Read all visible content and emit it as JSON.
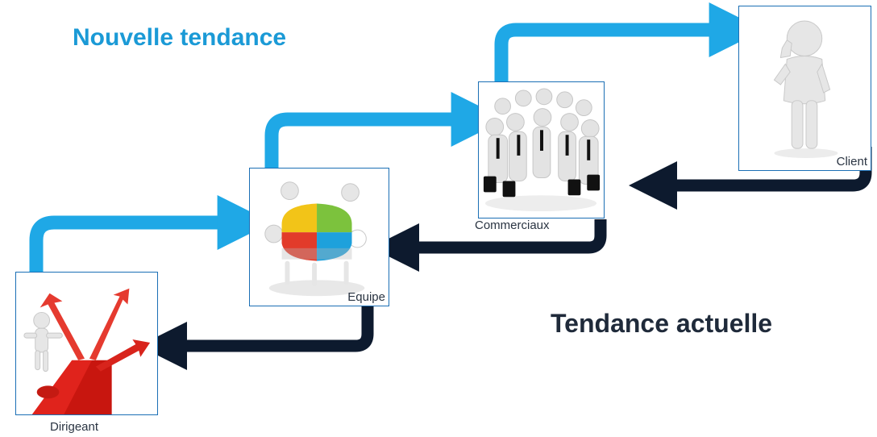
{
  "titles": {
    "new_trend": "Nouvelle tendance",
    "current_trend": "Tendance actuelle"
  },
  "nodes": {
    "dirigeant": {
      "label": "Dirigeant",
      "icon": "leader-arrows-icon"
    },
    "equipe": {
      "label": "Equipe",
      "icon": "team-puzzle-icon"
    },
    "commerciaux": {
      "label": "Commerciaux",
      "icon": "sales-team-icon"
    },
    "client": {
      "label": "Client",
      "icon": "client-thumbs-up-icon"
    }
  },
  "colors": {
    "new_trend_arrow": "#1fa8e6",
    "current_trend_arrow": "#0d1a2e",
    "card_border": "#1b6fb5",
    "title_blue": "#1b9ad6",
    "title_dark": "#1f2a3a"
  }
}
